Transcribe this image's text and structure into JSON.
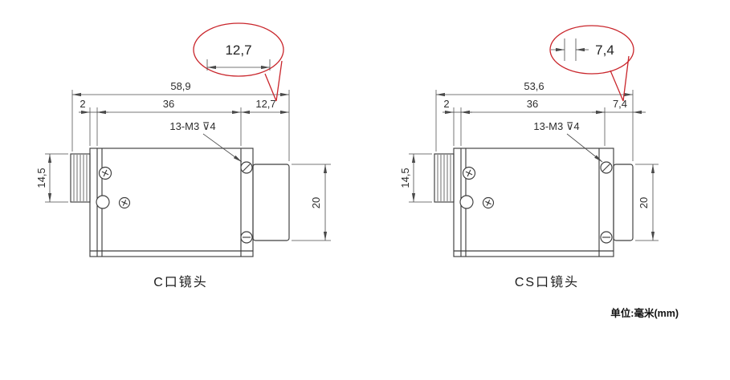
{
  "page": {
    "background": "#ffffff"
  },
  "colors": {
    "line": "#3d3d3d",
    "dimension": "#4a4a4a",
    "callout_red": "#c9252b",
    "text": "#2e2e2e"
  },
  "footer": {
    "unit_label": "单位:毫米(mm)"
  },
  "drawings": [
    {
      "id": "c-mount",
      "caption": "C口镜头",
      "callout_value": "12,7",
      "dims": {
        "total_width": "58,9",
        "edge_offset": "2",
        "body_width": "36",
        "mount_depth": "12,7",
        "thread_note": "13-M3 ⊽4",
        "connector_height": "14,5",
        "mount_height": "20"
      }
    },
    {
      "id": "cs-mount",
      "caption": "CS口镜头",
      "callout_value": "7,4",
      "dims": {
        "total_width": "53,6",
        "edge_offset": "2",
        "body_width": "36",
        "mount_depth": "7,4",
        "thread_note": "13-M3 ⊽4",
        "connector_height": "14,5",
        "mount_height": "20"
      }
    }
  ]
}
